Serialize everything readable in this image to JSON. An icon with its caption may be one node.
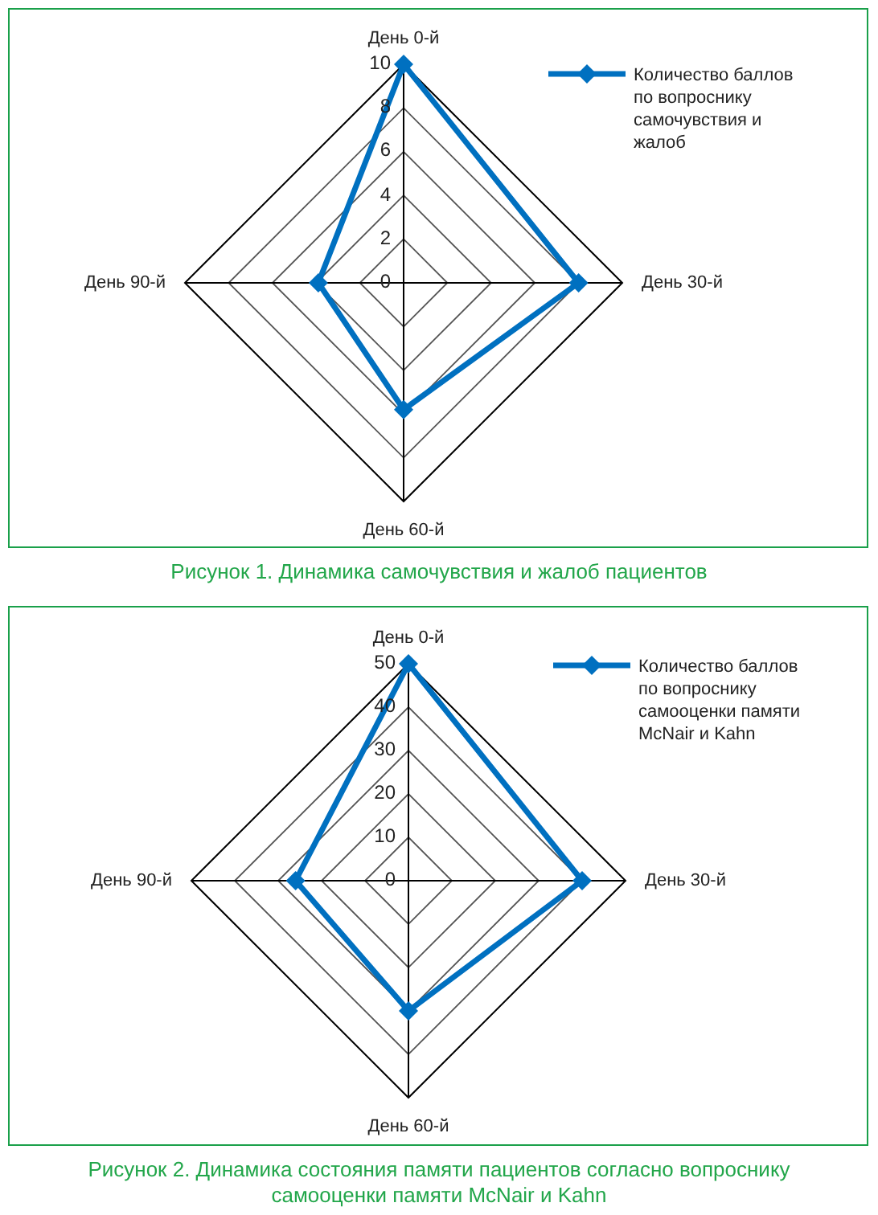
{
  "diagram": {
    "labels": [
      "Рисунок 1.  Динамика самочувствия и жалоб пациентов",
      "Рисунок 2.  Динамика состояния памяти пациентов согласно вопроснику самооценки памяти McNair и Kahn"
    ],
    "chart_data": [
      {
        "type": "radar",
        "categories": [
          "День 0-й",
          "День 30-й",
          "День 60-й",
          "День 90-й"
        ],
        "ylim": [
          0,
          10
        ],
        "yticks": [
          0,
          2,
          4,
          6,
          8,
          10
        ],
        "series": [
          {
            "name": "Количество баллов по вопроснику самочувствия и жалоб",
            "color": "#0070c0",
            "values": [
              10,
              8,
              5.8,
              3.9
            ]
          }
        ]
      },
      {
        "type": "radar",
        "categories": [
          "День 0-й",
          "День 30-й",
          "День 60-й",
          "День 90-й"
        ],
        "ylim": [
          0,
          50
        ],
        "yticks": [
          0,
          10,
          20,
          30,
          40,
          50
        ],
        "series": [
          {
            "name": "Количество баллов по вопроснику самооценки памяти McNair и Kahn",
            "color": "#0070c0",
            "values": [
              50,
              40,
              30,
              26
            ]
          }
        ]
      }
    ]
  }
}
